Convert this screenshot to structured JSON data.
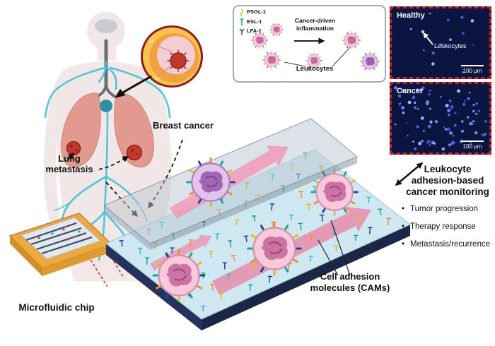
{
  "anatomy": {
    "lung_metastasis_label": "Lung metastasis",
    "breast_cancer_label": "Breast cancer",
    "microfluidic_chip_label": "Microfluidic chip"
  },
  "inset": {
    "legend": [
      "PSGL-1",
      "ESL-1",
      "LFA-1"
    ],
    "inflammation_label": "Cancer-driven inflammation",
    "leukocytes_label": "Leukocytes"
  },
  "microscopy": {
    "healthy": {
      "title": "Healthy",
      "annotation": "Leukocytes",
      "scale_bar": "100 μm",
      "cell_count": 14
    },
    "cancer": {
      "title": "Cancer",
      "scale_bar": "100 μm",
      "cell_count": 85
    }
  },
  "channel": {
    "cams_label": "Cell adhesion molecules (CAMs)"
  },
  "monitoring": {
    "title": "Leukocyte adhesion-based cancer monitoring",
    "bullets": [
      "Tumor progression",
      "Therapy response",
      "Metastasis/recurrence"
    ]
  },
  "colors": {
    "accent_red": "#c0392b",
    "vessel_teal": "#45c3d6",
    "frame_red": "#c32222",
    "microscopy_bg": "#0a1540",
    "cam_palette": [
      "#19a78f",
      "#ef8f2f",
      "#e3bb2f",
      "#27408f",
      "#36b9c9"
    ]
  }
}
